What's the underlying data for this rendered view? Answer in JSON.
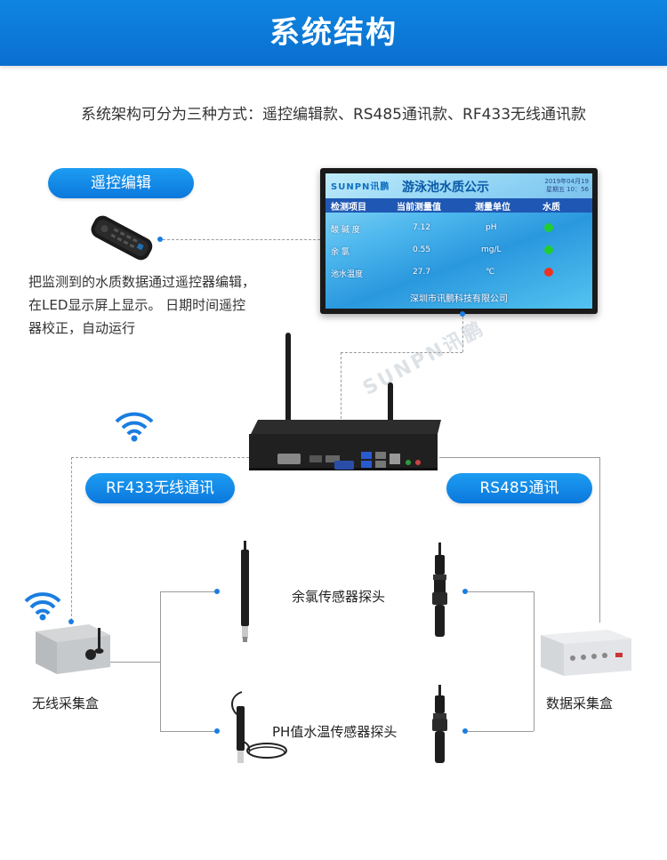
{
  "header": {
    "title": "系统结构"
  },
  "subtitle": "系统架构可分为三种方式：遥控编辑款、RS485通讯款、RF433无线通讯款",
  "pills": {
    "remote": "遥控编辑",
    "rf433": "RF433无线通讯",
    "rs485": "RS485通讯"
  },
  "remote_desc": [
    "把监测到的水质数据通过遥控器编辑，",
    "在LED显示屏上显示。 日期时间遥控",
    "器校正，自动运行"
  ],
  "screen": {
    "logo": "SUNPN讯鹏",
    "title": "游泳池水质公示",
    "date_line1": "2019年04月19",
    "date_line2": "星期五 10：56",
    "headers": [
      "检测项目",
      "当前测量值",
      "测量单位",
      "水质"
    ],
    "rows": [
      {
        "item": "酸 碱 度",
        "value": "7.12",
        "unit": "pH",
        "status_color": "#22cc33"
      },
      {
        "item": "余    氯",
        "value": "0.55",
        "unit": "mg/L",
        "status_color": "#22cc33"
      },
      {
        "item": "池水温度",
        "value": "27.7",
        "unit": "℃",
        "status_color": "#ee3322"
      }
    ],
    "footer": "深圳市讯鹏科技有限公司"
  },
  "watermark": "SUNPN讯鹏",
  "labels": {
    "chlorine_probe": "余氯传感器探头",
    "ph_probe": "PH值水温传感器探头",
    "wireless_box": "无线采集盒",
    "data_box": "数据采集盒"
  }
}
